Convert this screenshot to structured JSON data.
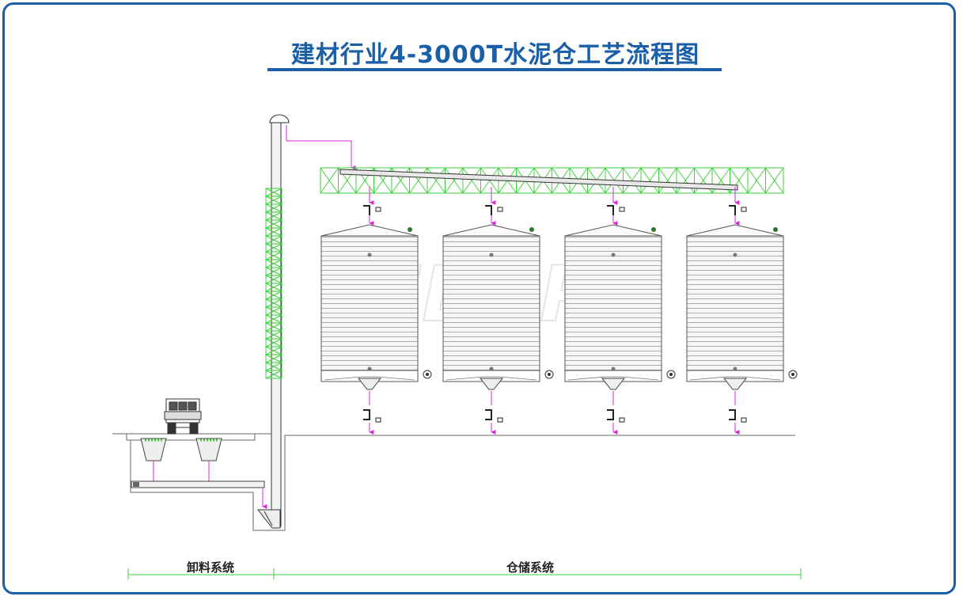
{
  "title": "建材行业4-3000T水泥仓工艺流程图",
  "watermark": "FDSP",
  "sections": [
    {
      "label": "卸料系统"
    },
    {
      "label": "仓储系统"
    }
  ],
  "colors": {
    "frame": "#1a5fa8",
    "title": "#1a5fa8",
    "truss": "#3cd23c",
    "flow": "#e020e0",
    "line": "#333333",
    "silo_fill": "#f4f4f4"
  },
  "silo_count": 4
}
